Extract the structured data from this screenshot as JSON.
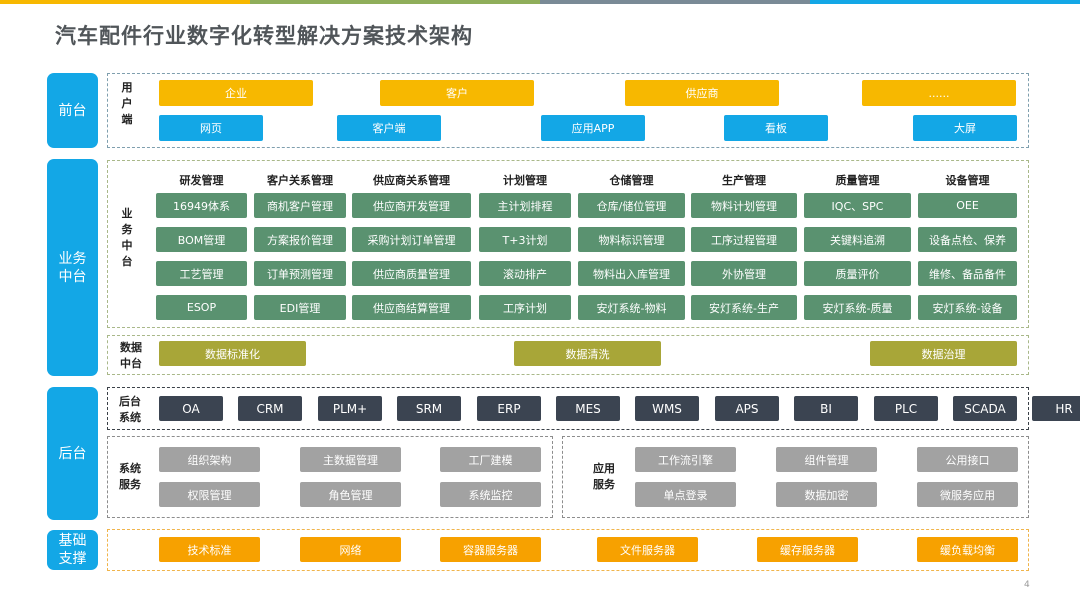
{
  "title": "汽车配件行业数字化转型解决方案技术架构",
  "page_number": "4",
  "colors": {
    "accent_blue": "#13a7e6",
    "orange": "#f7b800",
    "green": "#5a9270",
    "olive": "#a8a638",
    "dark": "#3b4451",
    "gray": "#a2a2a2",
    "amber": "#f7a100"
  },
  "row_labels": {
    "front": "前台",
    "middle": "业务\n中台",
    "back": "后台",
    "base": "基础\n支撑"
  },
  "front": {
    "label": "用\n户\n端",
    "users": [
      "企业",
      "客户",
      "供应商",
      "......"
    ],
    "clients": [
      "网页",
      "客户端",
      "应用APP",
      "看板",
      "大屏"
    ]
  },
  "business": {
    "label": "业\n务\n中\n台",
    "columns": [
      {
        "header": "研发管理",
        "items": [
          "16949体系",
          "BOM管理",
          "工艺管理",
          "ESOP"
        ]
      },
      {
        "header": "客户关系管理",
        "items": [
          "商机客户管理",
          "方案报价管理",
          "订单预测管理",
          "EDI管理"
        ]
      },
      {
        "header": "供应商关系管理",
        "items": [
          "供应商开发管理",
          "采购计划订单管理",
          "供应商质量管理",
          "供应商结算管理"
        ]
      },
      {
        "header": "计划管理",
        "items": [
          "主计划排程",
          "T+3计划",
          "滚动排产",
          "工序计划"
        ]
      },
      {
        "header": "仓储管理",
        "items": [
          "仓库/储位管理",
          "物料标识管理",
          "物料出入库管理",
          "安灯系统-物料"
        ]
      },
      {
        "header": "生产管理",
        "items": [
          "物料计划管理",
          "工序过程管理",
          "外协管理",
          "安灯系统-生产"
        ]
      },
      {
        "header": "质量管理",
        "items": [
          "IQC、SPC",
          "关键料追溯",
          "质量评价",
          "安灯系统-质量"
        ]
      },
      {
        "header": "设备管理",
        "items": [
          "OEE",
          "设备点检、保养",
          "维修、备品备件",
          "安灯系统-设备"
        ]
      }
    ]
  },
  "data_center": {
    "label": "数据\n中台",
    "items": [
      "数据标准化",
      "数据清洗",
      "数据治理"
    ]
  },
  "backend_systems": {
    "label": "后台\n系统",
    "items": [
      "OA",
      "CRM",
      "PLM+",
      "SRM",
      "ERP",
      "MES",
      "WMS",
      "APS",
      "BI",
      "PLC",
      "SCADA",
      "HR"
    ]
  },
  "system_services": {
    "label": "系统\n服务",
    "items": [
      "组织架构",
      "主数据管理",
      "工厂建模",
      "权限管理",
      "角色管理",
      "系统监控"
    ]
  },
  "app_services": {
    "label": "应用\n服务",
    "items": [
      "工作流引擎",
      "组件管理",
      "公用接口",
      "单点登录",
      "数据加密",
      "微服务应用"
    ]
  },
  "base_support": {
    "items": [
      "技术标准",
      "网络",
      "容器服务器",
      "文件服务器",
      "缓存服务器",
      "缓负载均衡"
    ]
  }
}
